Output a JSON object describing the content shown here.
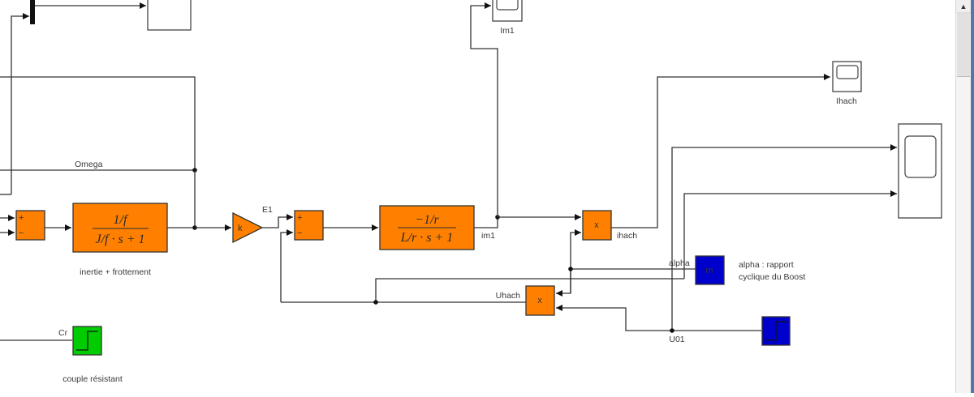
{
  "signals": {
    "omega": "Omega",
    "e1": "E1",
    "im1": "im1",
    "ihach": "ihach",
    "alpha": "alpha",
    "uhach": "Uhach",
    "u01": "U01",
    "cr": "Cr"
  },
  "blocks": {
    "sum1": {
      "plus": "+",
      "minus": "−"
    },
    "sum2": {
      "plus": "+",
      "minus": "−"
    },
    "tf_inertia": {
      "num": "1/f",
      "den": "J/f · s + 1",
      "caption": "inertie + frottement"
    },
    "tf_current": {
      "num": "−1/r",
      "den": "L/r · s + 1"
    },
    "gain": {
      "label": "k"
    },
    "product1": {
      "label": "x"
    },
    "product2": {
      "label": "x"
    },
    "alpha_source": {
      "label": "m"
    },
    "alpha_note": {
      "line1": "alpha : rapport",
      "line2": "cyclique du Boost"
    },
    "step_cr": {
      "caption": "couple résistant"
    },
    "scope_im1": {
      "caption": "Im1"
    },
    "scope_ihach": {
      "caption": "Ihach"
    }
  },
  "scrollbar": {
    "up_icon": "▲"
  }
}
